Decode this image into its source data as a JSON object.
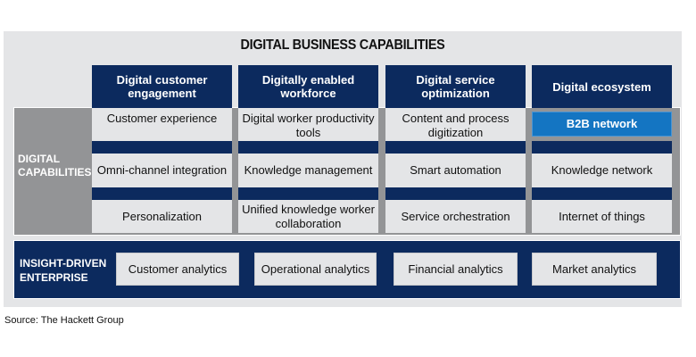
{
  "title": "DIGITAL BUSINESS CAPABILITIES",
  "columns": [
    {
      "header": "Digital customer engagement",
      "cells": [
        "Customer experience",
        "Omni-channel integration",
        "Personalization"
      ]
    },
    {
      "header": "Digitally enabled workforce",
      "cells": [
        "Digital worker productivity tools",
        "Knowledge management",
        "Unified knowledge worker collaboration"
      ]
    },
    {
      "header": "Digital service optimization",
      "cells": [
        "Content and process digitization",
        "Smart automation",
        "Service orchestration"
      ]
    },
    {
      "header": "Digital ecosystem",
      "cells": [
        "B2B network",
        "Knowledge network",
        "Internet of things"
      ]
    }
  ],
  "highlighted_cell": "B2B network",
  "capabilities_label": [
    "DIGITAL",
    "CAPABILITIES"
  ],
  "insight_label": [
    "INSIGHT-DRIVEN",
    "ENTERPRISE"
  ],
  "analytics": [
    "Customer analytics",
    "Operational analytics",
    "Financial analytics",
    "Market analytics"
  ],
  "source": "Source: The Hackett Group",
  "colors": {
    "navy": "#0c2a5e",
    "highlight": "#1475c2",
    "gray": "#939496",
    "light": "#e4e5e7"
  }
}
